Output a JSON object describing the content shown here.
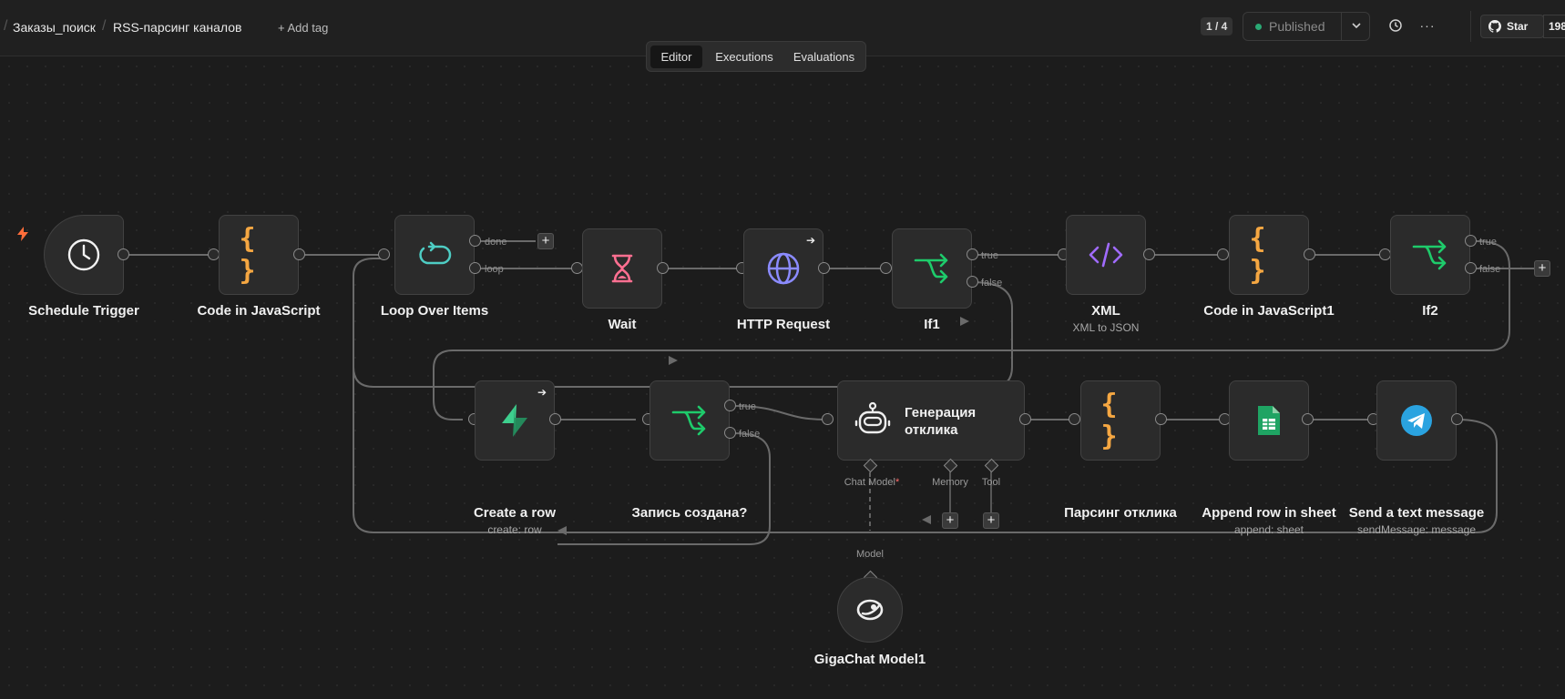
{
  "header": {
    "breadcrumb_folder": "Заказы_поиск",
    "workflow_name": "RSS-парсинг каналов",
    "add_tag_label": "+ Add tag",
    "version_badge": "1 / 4",
    "published_label": "Published",
    "github_star_label": "Star",
    "github_star_count": "198,"
  },
  "tabs": [
    {
      "label": "Editor",
      "active": true
    },
    {
      "label": "Executions",
      "active": false
    },
    {
      "label": "Evaluations",
      "active": false
    }
  ],
  "nodes": {
    "schedule_trigger": {
      "label": "Schedule Trigger"
    },
    "code_js": {
      "label": "Code in JavaScript"
    },
    "loop": {
      "label": "Loop Over Items",
      "out_done": "done",
      "out_loop": "loop"
    },
    "wait": {
      "label": "Wait"
    },
    "http": {
      "label": "HTTP Request"
    },
    "if1": {
      "label": "If1",
      "out_true": "true",
      "out_false": "false"
    },
    "xml": {
      "label": "XML",
      "subtitle": "XML to JSON"
    },
    "code_js1": {
      "label": "Code in JavaScript1"
    },
    "if2": {
      "label": "If2",
      "out_true": "true",
      "out_false": "false"
    },
    "create_row": {
      "label": "Create a row",
      "subtitle": "create: row"
    },
    "record_created": {
      "label": "Запись создана?",
      "out_true": "true",
      "out_false": "false"
    },
    "generation": {
      "label_line1": "Генерация",
      "label_line2": "отклика",
      "chat_model": "Chat Model",
      "chat_model_required": "*",
      "memory": "Memory",
      "tool": "Tool"
    },
    "parse_response": {
      "label": "Парсинг отклика"
    },
    "append_row": {
      "label": "Append row in sheet",
      "subtitle": "append: sheet"
    },
    "send_message": {
      "label": "Send a text message",
      "subtitle": "sendMessage: message"
    },
    "gigachat": {
      "label": "GigaChat Model1",
      "model_port_label": "Model"
    }
  },
  "colors": {
    "canvas_bg": "#1c1c1c",
    "node_bg": "#2b2b2b",
    "trigger_accent": "#ff6d3a",
    "code_braces": "#f5a742",
    "loop_icon": "#4ecdc4",
    "wait_icon": "#ff6f91",
    "http_icon": "#8b8bff",
    "if_icon": "#1ecb6b",
    "xml_icon": "#a06bff",
    "supabase": "#3ecf8e",
    "sheets": "#1fa463",
    "telegram": "#2aa3e0",
    "published_dot": "#2aa974"
  },
  "icons": [
    "lightning-icon",
    "clock-icon",
    "braces-icon",
    "loop-icon",
    "hourglass-icon",
    "globe-icon",
    "branch-icon",
    "code-tag-icon",
    "supabase-icon",
    "robot-icon",
    "sheets-icon",
    "telegram-icon",
    "gigachat-icon",
    "history-icon",
    "ellipsis-icon",
    "github-icon",
    "chevron-down-icon"
  ]
}
